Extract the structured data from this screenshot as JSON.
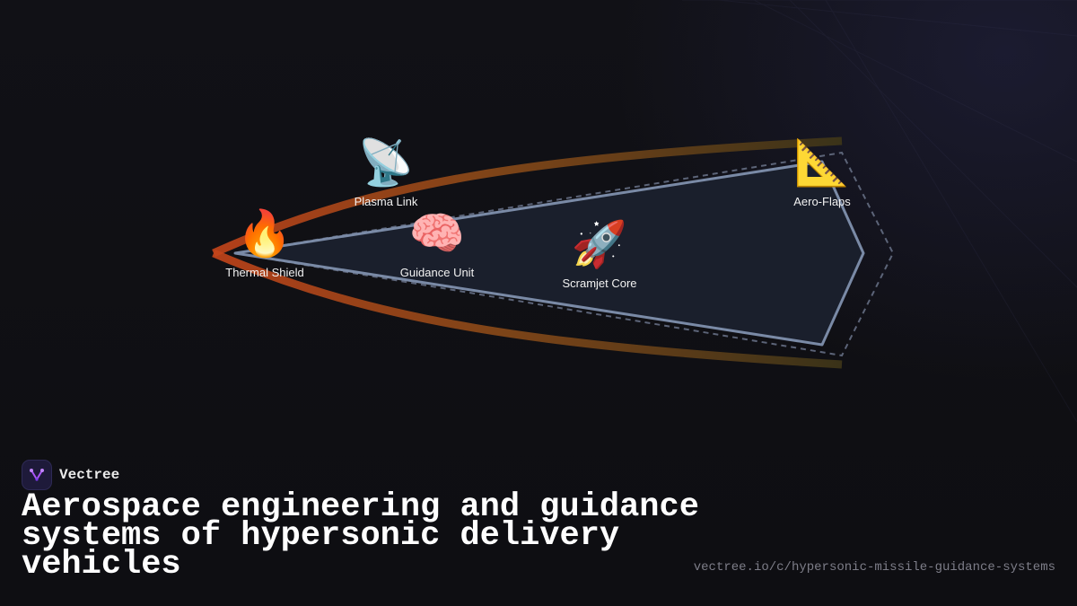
{
  "brand": {
    "name": "Vectree"
  },
  "headline": "Aerospace engineering and guidance systems of hypersonic delivery vehicles",
  "url": "vectree.io/c/hypersonic-missile-guidance-systems",
  "colors": {
    "background": "#0f0f13",
    "shape_stroke": "#7a8aa6",
    "shape_fill": "#1a1f2c",
    "trail_orange": "#b8461a",
    "trail_gold": "#5a4a1a",
    "logo_purple": "#a855f7"
  },
  "diagram": {
    "nodes": [
      {
        "id": "thermal-shield",
        "label": "Thermal Shield",
        "icon": "🔥",
        "icon_name": "fire-icon"
      },
      {
        "id": "plasma-link",
        "label": "Plasma Link",
        "icon": "📡",
        "icon_name": "satellite-antenna-icon"
      },
      {
        "id": "guidance-unit",
        "label": "Guidance Unit",
        "icon": "🧠",
        "icon_name": "brain-icon"
      },
      {
        "id": "scramjet-core",
        "label": "Scramjet Core",
        "icon": "🚀",
        "icon_name": "rocket-icon"
      },
      {
        "id": "aero-flaps",
        "label": "Aero-Flaps",
        "icon": "📐",
        "icon_name": "triangular-ruler-icon"
      }
    ]
  }
}
